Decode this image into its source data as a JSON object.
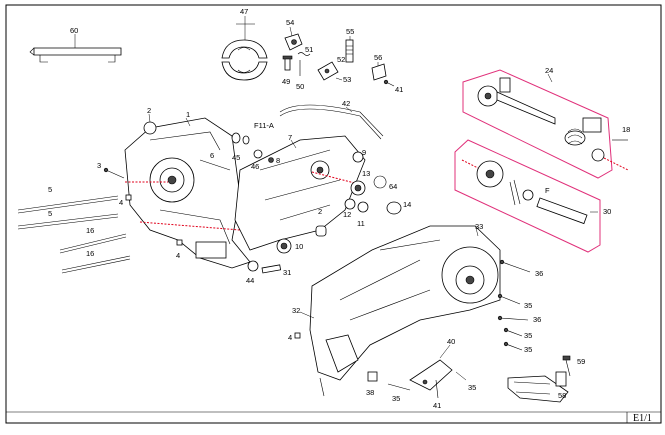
{
  "page_label": "E1/1",
  "callouts": {
    "c60": "60",
    "c47": "47",
    "c54": "54",
    "c55": "55",
    "c51": "51",
    "c52": "52",
    "c53": "53",
    "c49": "49",
    "c50": "50",
    "c56": "56",
    "c41a": "41",
    "c24": "24",
    "c18": "18",
    "c30": "30",
    "c2a": "2",
    "c1": "1",
    "c42": "42",
    "c6": "6",
    "c7": "7",
    "c45": "45",
    "c46": "46",
    "c8": "8",
    "c9": "9",
    "c13": "13",
    "c64": "64",
    "c14": "14",
    "c12": "12",
    "c11": "11",
    "c3": "3",
    "c4a": "4",
    "c5a": "5",
    "c5b": "5",
    "c16a": "16",
    "c16b": "16",
    "c4b": "4",
    "c2b": "2",
    "c10": "10",
    "c44": "44",
    "c31": "31",
    "c33": "33",
    "c36a": "36",
    "c35a": "35",
    "c36b": "36",
    "c35b": "35",
    "c32": "32",
    "c4c": "4",
    "c40": "40",
    "c59": "59",
    "c35c": "35",
    "c38": "38",
    "c35d": "35",
    "c41b": "41",
    "c35e": "35",
    "c58": "58"
  },
  "inline_labels": {
    "f11": "F11-A",
    "f_mark": "F"
  }
}
